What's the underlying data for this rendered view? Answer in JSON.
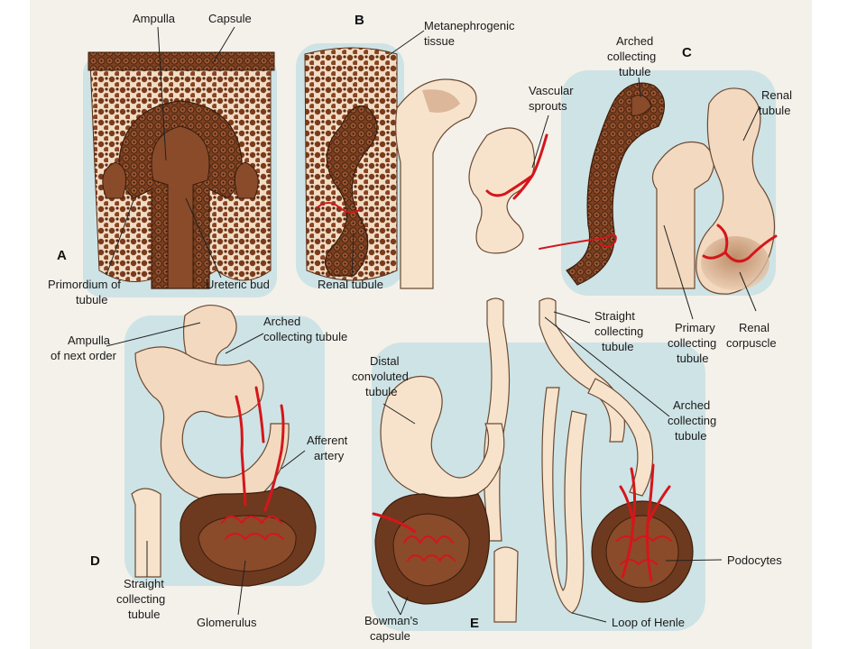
{
  "panels": {
    "a": "A",
    "b": "B",
    "c": "C",
    "d": "D",
    "e": "E"
  },
  "labels": {
    "ampulla": "Ampulla",
    "capsule": "Capsule",
    "primordium_line1": "Primordium of",
    "primordium_line2": "tubule",
    "ureteric_bud": "Ureteric bud",
    "metanephrogenic_line1": "Metanephrogenic",
    "metanephrogenic_line2": "tissue",
    "vascular_line1": "Vascular",
    "vascular_line2": "sprouts",
    "renal_tubule_b": "Renal tubule",
    "arched_c_line1": "Arched",
    "arched_c_line2": "collecting",
    "arched_c_line3": "tubule",
    "renal_tubule_c_line1": "Renal",
    "renal_tubule_c_line2": "tubule",
    "primary_line1": "Primary",
    "primary_line2": "collecting",
    "primary_line3": "tubule",
    "renal_corpuscle_line1": "Renal",
    "renal_corpuscle_line2": "corpuscle",
    "ampulla_next_line1": "Ampulla",
    "ampulla_next_line2": "of next order",
    "arched_d_line1": "Arched",
    "arched_d_line2": "collecting tubule",
    "afferent_line1": "Afferent",
    "afferent_line2": "artery",
    "straight_d_line1": "Straight",
    "straight_d_line2": "collecting",
    "straight_d_line3": "tubule",
    "glomerulus": "Glomerulus",
    "straight_e_line1": "Straight",
    "straight_e_line2": "collecting",
    "straight_e_line3": "tubule",
    "distal_line1": "Distal",
    "distal_line2": "convoluted",
    "distal_line3": "tubule",
    "arched_e_line1": "Arched",
    "arched_e_line2": "collecting",
    "arched_e_line3": "tubule",
    "podocytes": "Podocytes",
    "bowmans_line1": "Bowman's",
    "bowmans_line2": "capsule",
    "loop_of_henle": "Loop of Henle"
  },
  "colors": {
    "tissue": "#6e3a1f",
    "tubule": "#f3d9bf",
    "vessel": "#d4161b",
    "halo": "#9fd3e0"
  }
}
